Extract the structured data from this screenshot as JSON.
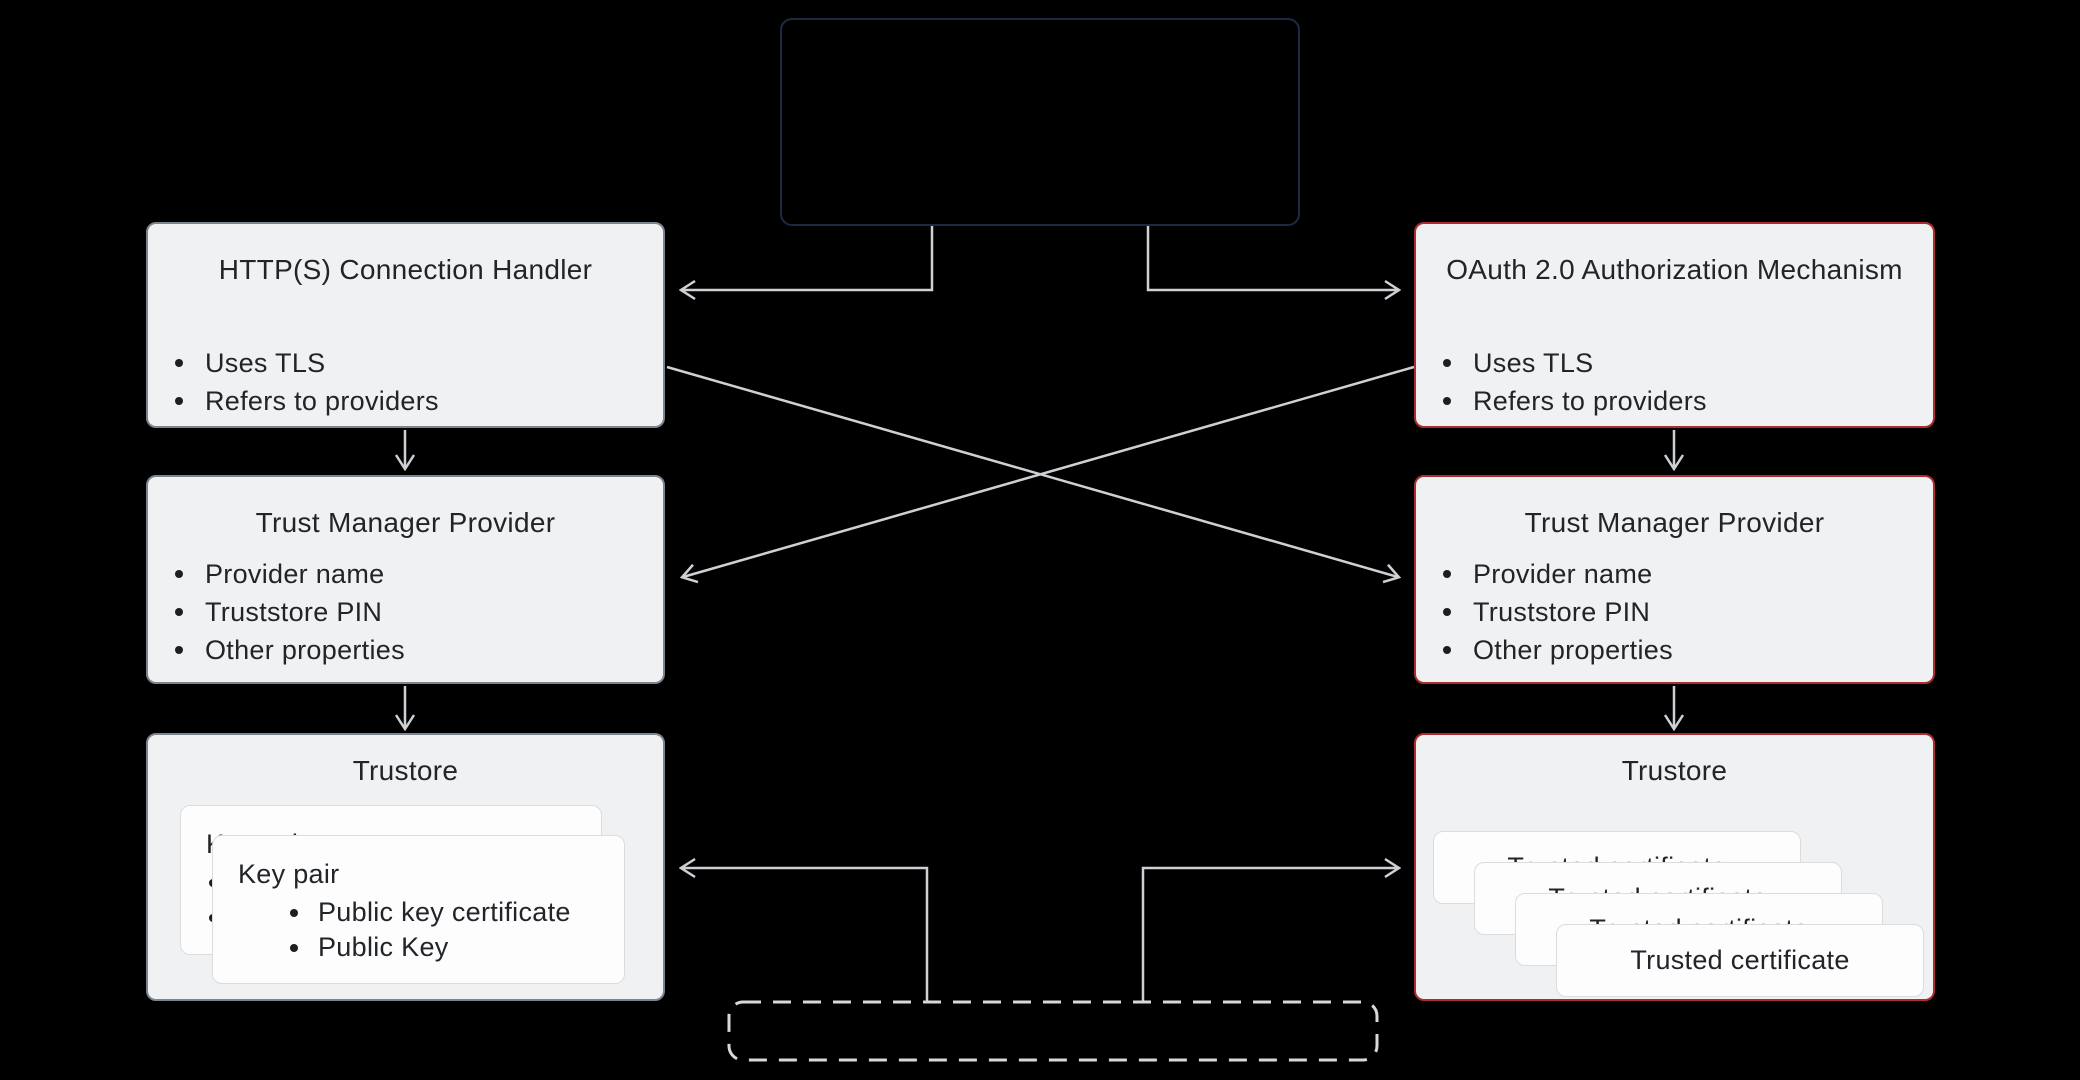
{
  "colors": {
    "background": "#000000",
    "box_fill": "#f0f1f3",
    "gray_border": "#7a8591",
    "red_border": "#ae2b31",
    "navy_border": "#1c2a42",
    "connector": "#cdd1d5",
    "dashed_border": "#d6d8da",
    "card_fill": "#fdfdfe",
    "text": "#212529"
  },
  "diagram": {
    "top_box": {
      "label": ""
    },
    "left": {
      "handler": {
        "title": "HTTP(S) Connection Handler",
        "bullets": [
          "Uses TLS",
          "Refers to providers"
        ]
      },
      "trust_manager": {
        "title": "Trust Manager Provider",
        "bullets": [
          "Provider name",
          "Truststore PIN",
          "Other properties"
        ]
      },
      "trustore": {
        "title": "Trustore",
        "card": {
          "title": "Key pair",
          "bullets": [
            "Public key certificate",
            "Public Key"
          ]
        }
      }
    },
    "right": {
      "oauth": {
        "title": "OAuth 2.0 Authorization Mechanism",
        "bullets": [
          "Uses TLS",
          "Refers to providers"
        ]
      },
      "trust_manager": {
        "title": "Trust Manager Provider",
        "bullets": [
          "Provider name",
          "Truststore PIN",
          "Other properties"
        ]
      },
      "trustore": {
        "title": "Trustore",
        "cards": [
          "Trusted certificate",
          "Trusted certificate",
          "Trusted certificate",
          "Trusted certificate"
        ]
      }
    }
  }
}
